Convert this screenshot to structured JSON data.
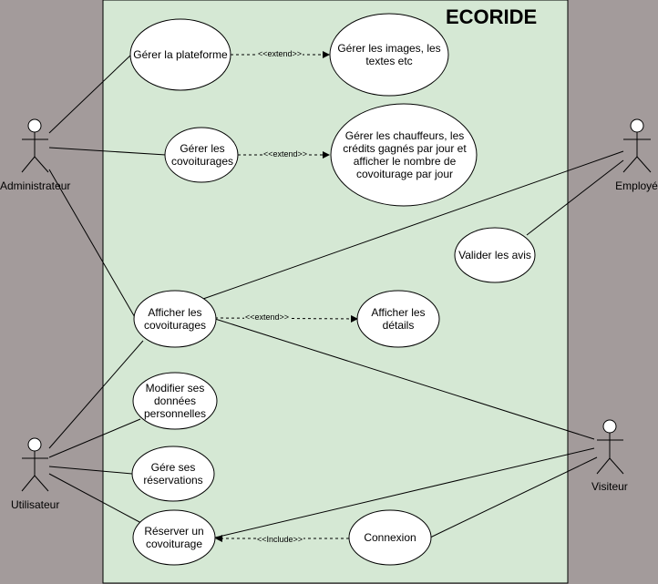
{
  "diagram": {
    "title": "ECORIDE",
    "colors": {
      "background": "#a39b9b",
      "system": "#d5e8d4",
      "stroke": "#000000"
    },
    "actors": {
      "administrateur": "Administrateur",
      "employe": "Employé",
      "utilisateur": "Utilisateur",
      "visiteur": "Visiteur"
    },
    "use_cases": {
      "gerer_plateforme": "Gérer la plateforme",
      "gerer_images": "Gérer les images, les textes etc",
      "gerer_covoiturages": "Gérer les covoiturages",
      "gerer_chauffeurs": "Gérer les chauffeurs, les crédits gagnés par jour et afficher le nombre de covoiturage par jour",
      "valider_avis": "Valider les avis",
      "afficher_covoiturages": "Afficher les covoiturages",
      "afficher_details": "Afficher les détails",
      "modifier_donnees": "Modifier ses données personnelles",
      "gere_reservations": "Gére ses réservations",
      "reserver": "Réserver un covoiturage",
      "connexion": "Connexion"
    },
    "relations": {
      "extend_1": "<<extend>>",
      "extend_2": "<<extend>>",
      "extend_3": "<<extend>>",
      "include_1": "<<Include>>"
    }
  }
}
